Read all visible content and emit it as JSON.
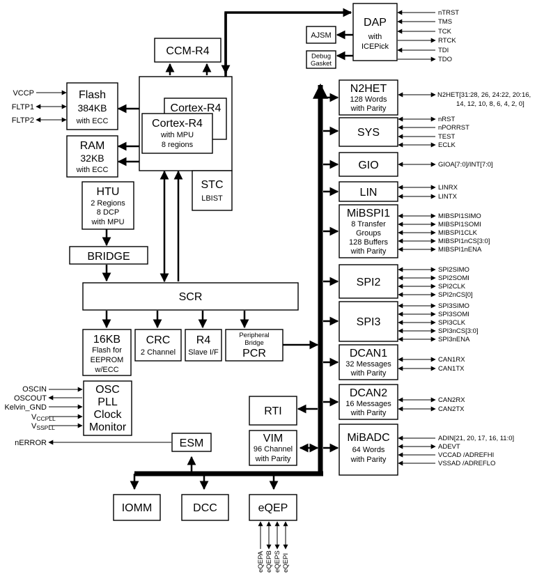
{
  "blocks": {
    "dap": [
      "DAP",
      "with",
      "ICEPick"
    ],
    "ajsm": "AJSM",
    "debug_gasket": [
      "Debug",
      "Gasket"
    ],
    "ccm": "CCM-R4",
    "cortex_back": "Cortex-R4",
    "cortex_front": [
      "Cortex-R4",
      "with MPU",
      "8 regions"
    ],
    "flash": [
      "Flash",
      "384KB",
      "with ECC"
    ],
    "ram": [
      "RAM",
      "32KB",
      "with ECC"
    ],
    "stc": [
      "STC",
      "LBIST"
    ],
    "htu": [
      "HTU",
      "2 Regions",
      "8 DCP",
      "with MPU"
    ],
    "bridge": "BRIDGE",
    "scr": "SCR",
    "eeprom": [
      "16KB",
      "Flash for",
      "EEPROM",
      "w/ECC"
    ],
    "crc": [
      "CRC",
      "2 Channel"
    ],
    "r4slave": [
      "R4",
      "Slave I/F"
    ],
    "pcr": [
      "Peripheral",
      "Bridge",
      "PCR"
    ],
    "osc": [
      "OSC",
      "PLL",
      "Clock",
      "Monitor"
    ],
    "esm": "ESM",
    "rti": "RTI",
    "vim": [
      "VIM",
      "96 Channel",
      "with Parity"
    ],
    "iomm": "IOMM",
    "dcc": "DCC",
    "eqep": "eQEP",
    "n2het": [
      "N2HET",
      "128 Words",
      "with Parity"
    ],
    "sys": "SYS",
    "gio": "GIO",
    "lin": "LIN",
    "mibspi1": [
      "MiBSPI1",
      "8 Transfer",
      "Groups",
      "128 Buffers",
      "with Parity"
    ],
    "spi2": "SPI2",
    "spi3": "SPI3",
    "dcan1": [
      "DCAN1",
      "32 Messages",
      "with Parity"
    ],
    "dcan2": [
      "DCAN2",
      "16 Messages",
      "with Parity"
    ],
    "mibadc": [
      "MiBADC",
      "64 Words",
      "with Parity"
    ]
  },
  "signals": {
    "dap": [
      "nTRST",
      "TMS",
      "TCK",
      "RTCK",
      "TDI",
      "TDO"
    ],
    "n2het": [
      "N2HET[31:28, 26, 24:22, 20:16,",
      "14, 12, 10, 8, 6, 4, 2, 0]"
    ],
    "sys": [
      "nRST",
      "nPORRST",
      "TEST",
      "ECLK"
    ],
    "gio": "GIOA[7:0]/INT[7:0]",
    "lin": [
      "LINRX",
      "LINTX"
    ],
    "mibspi1": [
      "MIBSPI1SIMO",
      "MIBSPI1SOMI",
      "MIBSPI1CLK",
      "MIBSPI1nCS[3:0]",
      "MIBSPI1nENA"
    ],
    "spi2": [
      "SPI2SIMO",
      "SPI2SOMI",
      "SPI2CLK",
      "SPI2nCS[0]"
    ],
    "spi3": [
      "SPI3SIMO",
      "SPI3SOMI",
      "SPI3CLK",
      "SPI3nCS[3:0]",
      "SPI3nENA"
    ],
    "dcan1": [
      "CAN1RX",
      "CAN1TX"
    ],
    "dcan2": [
      "CAN2RX",
      "CAN2TX"
    ],
    "mibadc": [
      "ADIN[21, 20, 17, 16, 11:0]",
      "ADEVT",
      "VCCAD /ADREFHI",
      "VSSAD /ADREFLO"
    ],
    "flash": [
      "VCCP",
      "FLTP1",
      "FLTP2"
    ],
    "osc": [
      "OSCIN",
      "OSCOUT",
      "Kelvin_GND"
    ],
    "osc_vcc": {
      "main": "V",
      "sub": "CCPLL"
    },
    "osc_vss": {
      "main": "V",
      "sub": "SSPLL"
    },
    "esm": "nERROR",
    "eqep": [
      "eQEPA",
      "eQEPB",
      "eQEPS",
      "eQEPI"
    ]
  }
}
